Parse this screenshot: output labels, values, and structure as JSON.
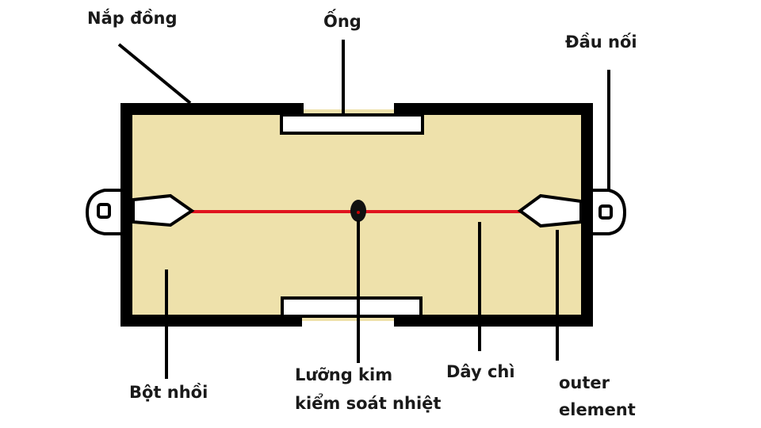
{
  "colors": {
    "filling": "#EEE1AB",
    "wire": "#E0141E",
    "outline": "#000000"
  },
  "labels": {
    "cap": "Nắp đồng",
    "tube": "Ống",
    "terminal": "Đầu nối",
    "filler": "Bột nhồi",
    "bimetal_line1": "Lưỡng kim",
    "bimetal_line2": "kiểm soát nhiệt",
    "fuse_wire": "Dây chì",
    "outer_line1": "outer",
    "outer_line2": "element"
  }
}
